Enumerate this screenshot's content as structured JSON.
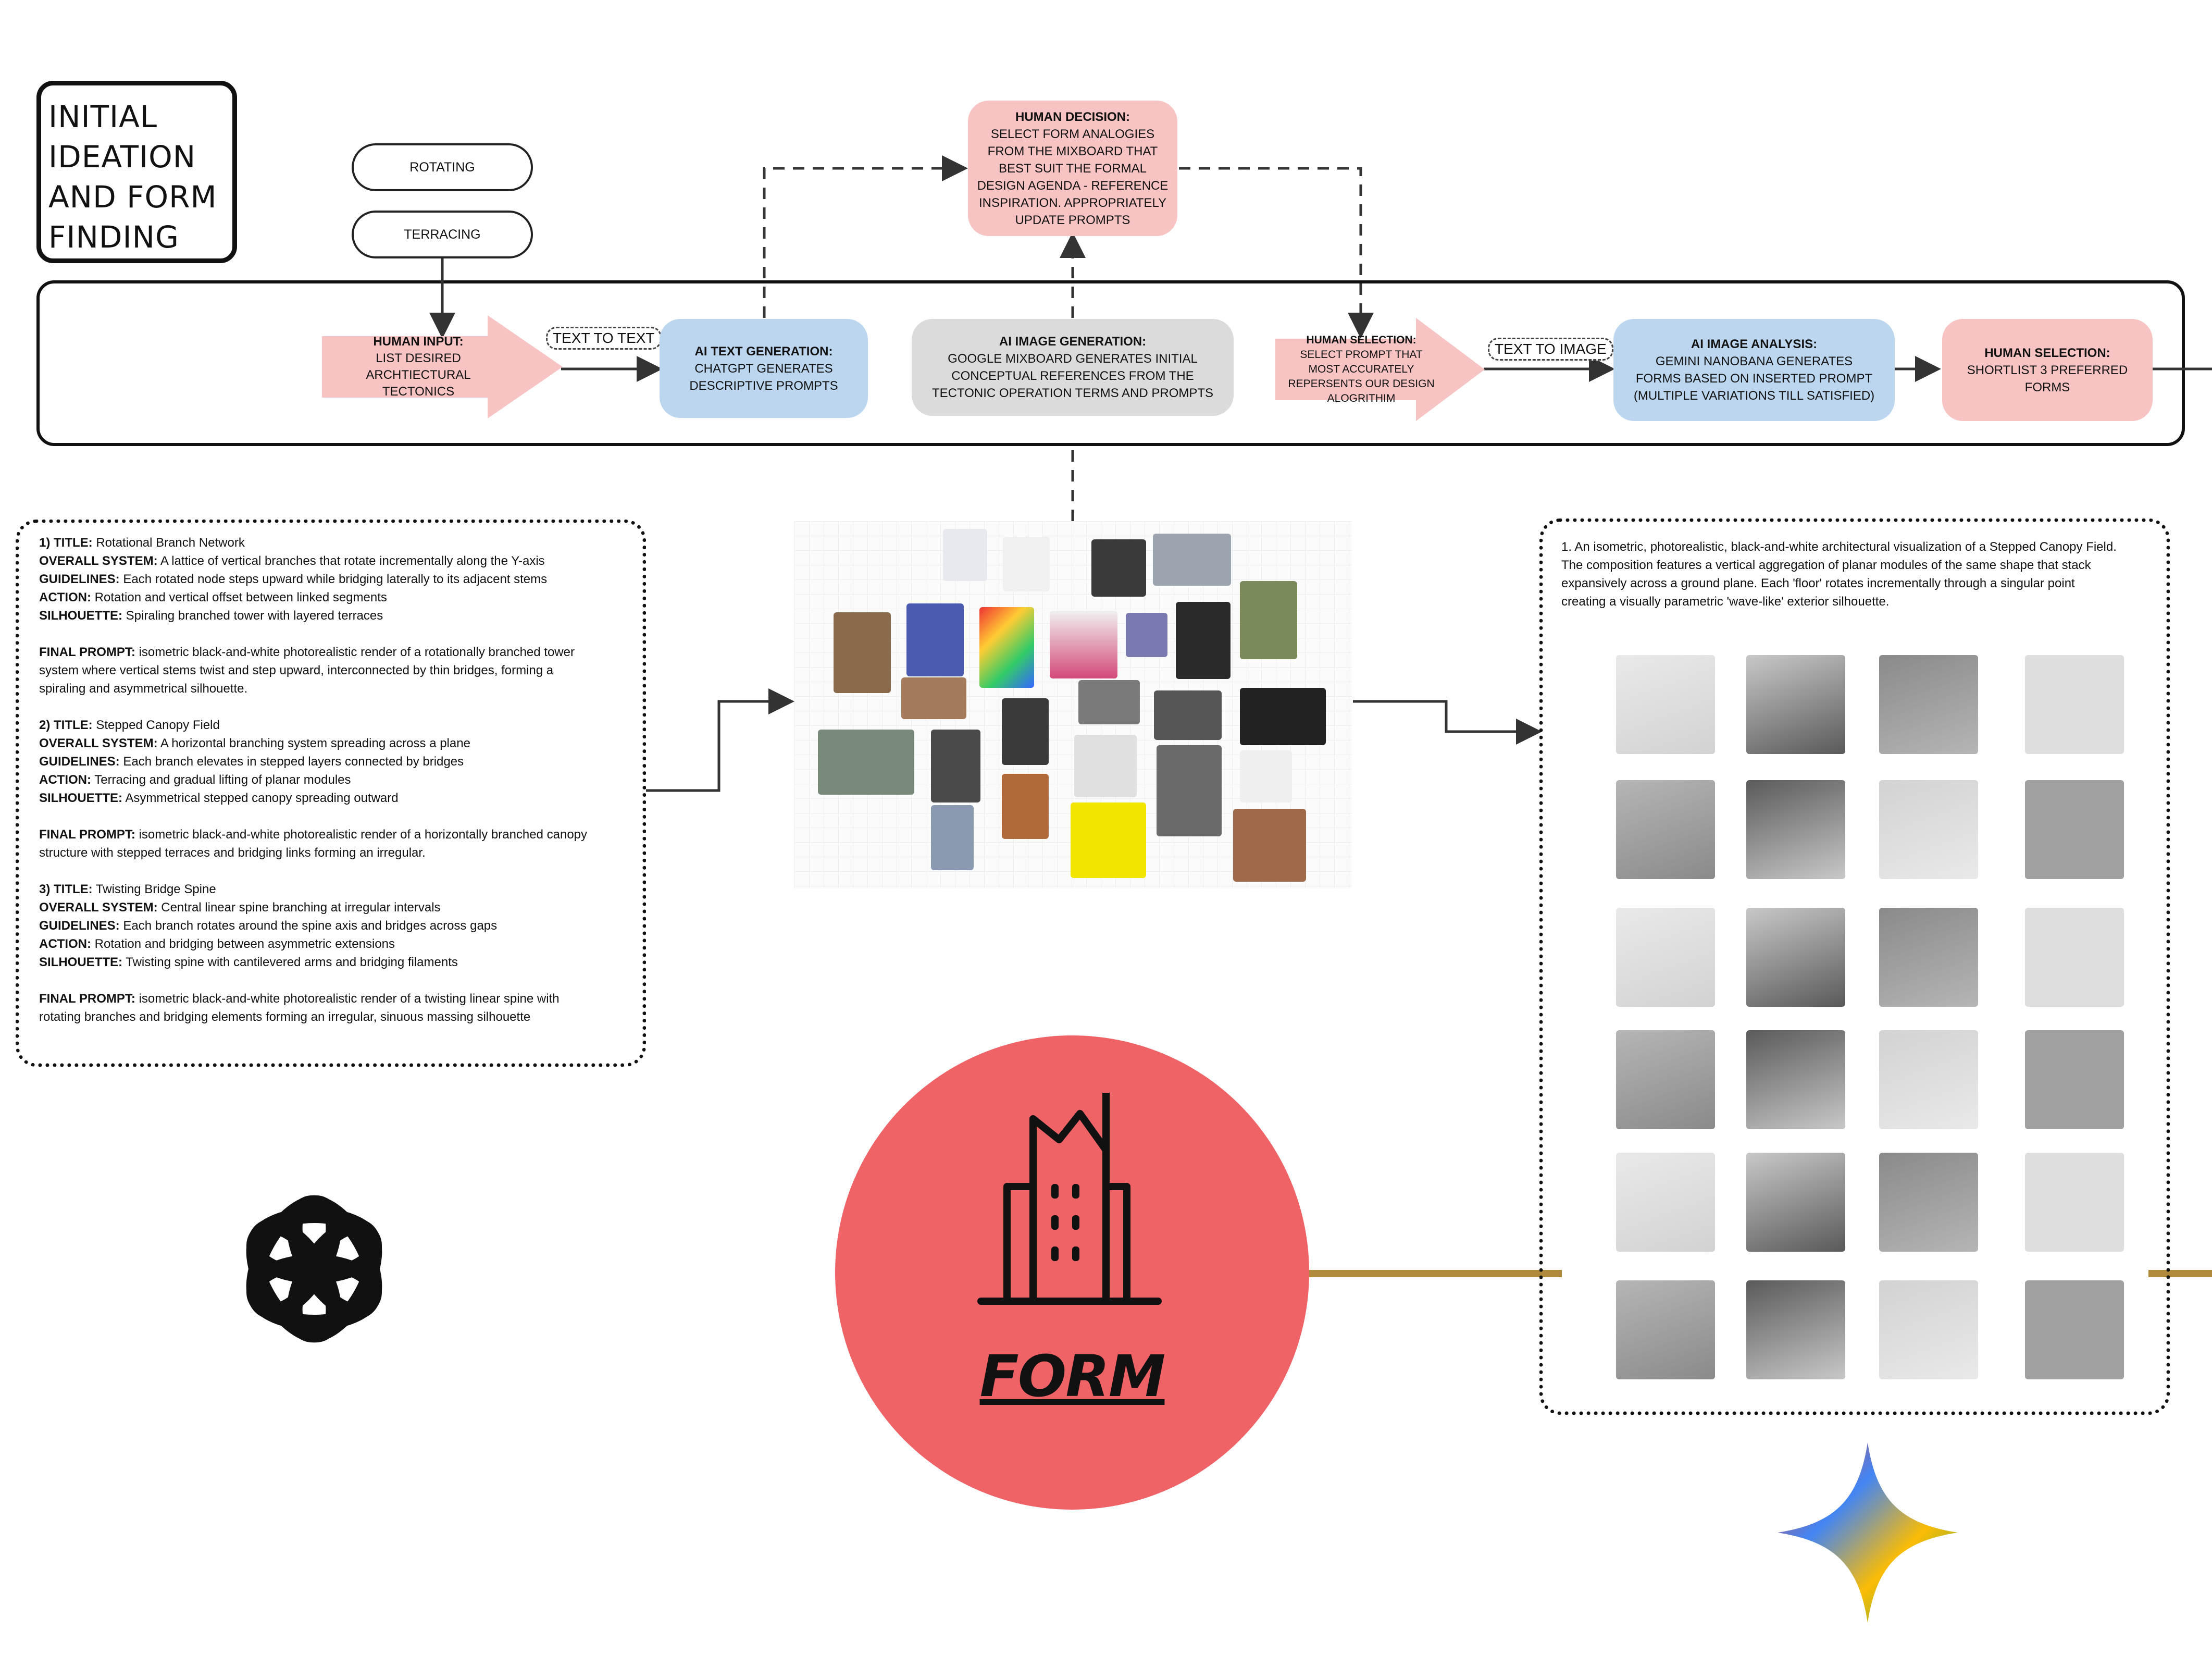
{
  "title": "INITIAL IDEATION AND FORM FINDING",
  "terms": [
    "ROTATING",
    "TERRACING"
  ],
  "flow": {
    "human_input": {
      "head": "HUMAN INPUT",
      "body": "LIST DESIRED ARCHTIECTURAL TECTONICS"
    },
    "text_to_text": "TEXT TO TEXT",
    "ai_text": {
      "head": "AI TEXT GENERATION",
      "body": "CHATGPT GENERATES DESCRIPTIVE PROMPTS"
    },
    "ai_image": {
      "head": "AI IMAGE GENERATION",
      "body": "GOOGLE MIXBOARD GENERATES INITIAL CONCEPTUAL REFERENCES FROM THE TECTONIC OPERATION TERMS AND PROMPTS"
    },
    "human_decision": {
      "head": "HUMAN DECISION",
      "body": "SELECT FORM ANALOGIES FROM THE MIXBOARD THAT BEST SUIT THE FORMAL DESIGN AGENDA - REFERENCE INSPIRATION. APPROPRIATELY UPDATE PROMPTS"
    },
    "human_selection_1": {
      "head": "HUMAN SELECTION",
      "body": "SELECT PROMPT THAT MOST ACCURATELY REPERSENTS OUR DESIGN ALOGRITHIM"
    },
    "text_to_image": "TEXT TO IMAGE",
    "ai_analysis": {
      "head": "AI IMAGE ANALYSIS",
      "body": "GEMINI NANOBANA GENERATES FORMS BASED ON INSERTED PROMPT (MULTIPLE VARIATIONS TILL SATISFIED)"
    },
    "human_selection_2": {
      "head": "HUMAN SELECTION",
      "body": "SHORTLIST 3 PREFERRED FORMS"
    }
  },
  "prompts": [
    {
      "num": "1)",
      "title": "Rotational Branch Network",
      "overall": "A lattice of vertical branches that rotate incrementally along the Y-axis",
      "guidelines": "Each rotated node steps upward while bridging laterally to its adjacent stems",
      "action": "Rotation and vertical offset between linked segments",
      "silhouette": "Spiraling branched tower with layered terraces",
      "final_1": "isometric black-and-white photorealistic render of a rotationally branched tower",
      "final_2": "system where vertical stems twist and step upward, interconnected by thin bridges, forming a",
      "final_3": "spiraling and asymmetrical silhouette."
    },
    {
      "num": "2)",
      "title": "Stepped Canopy Field",
      "overall": "A horizontal branching system spreading across a plane",
      "guidelines": "Each branch elevates in stepped layers connected by bridges",
      "action": "Terracing and gradual lifting of planar modules",
      "silhouette": "Asymmetrical stepped canopy spreading outward",
      "final_1": "isometric black-and-white photorealistic render of a horizontally branched canopy",
      "final_2": "structure with stepped terraces and bridging links forming an irregular.",
      "final_3": ""
    },
    {
      "num": "3)",
      "title": "Twisting Bridge Spine",
      "overall": "Central linear spine branching at irregular intervals",
      "guidelines": "Each branch rotates around the spine axis and bridges across gaps",
      "action": "Rotation and bridging between asymmetric extensions",
      "silhouette": "Twisting spine with cantilevered arms and bridging filaments",
      "final_1": "isometric black-and-white photorealistic render of a twisting linear spine with",
      "final_2": "rotating branches and bridging elements forming an irregular, sinuous massing silhouette",
      "final_3": ""
    }
  ],
  "labels": {
    "title": "TITLE:",
    "overall": "OVERALL SYSTEM:",
    "guidelines": "GUIDELINES:",
    "action": "ACTION:",
    "silhouette": "SILHOUETTE:",
    "final": "FINAL PROMPT:"
  },
  "right_prompt": {
    "l1": "1. An isometric, photorealistic, black-and-white architectural visualization of a Stepped Canopy Field.",
    "l2": "The composition features a vertical aggregation of planar modules of the same shape that stack",
    "l3": "expansively across a ground plane. Each 'floor' rotates incrementally through a singular point",
    "l4": "creating a visually parametric 'wave-like' exterior silhouette."
  },
  "form_label": "FORM",
  "colors": {
    "pink": "#f7c3c3",
    "blue": "#bcd6f0",
    "grey": "#dbdbdb",
    "circle": "#ef6265",
    "gold": "#b08a3a"
  }
}
